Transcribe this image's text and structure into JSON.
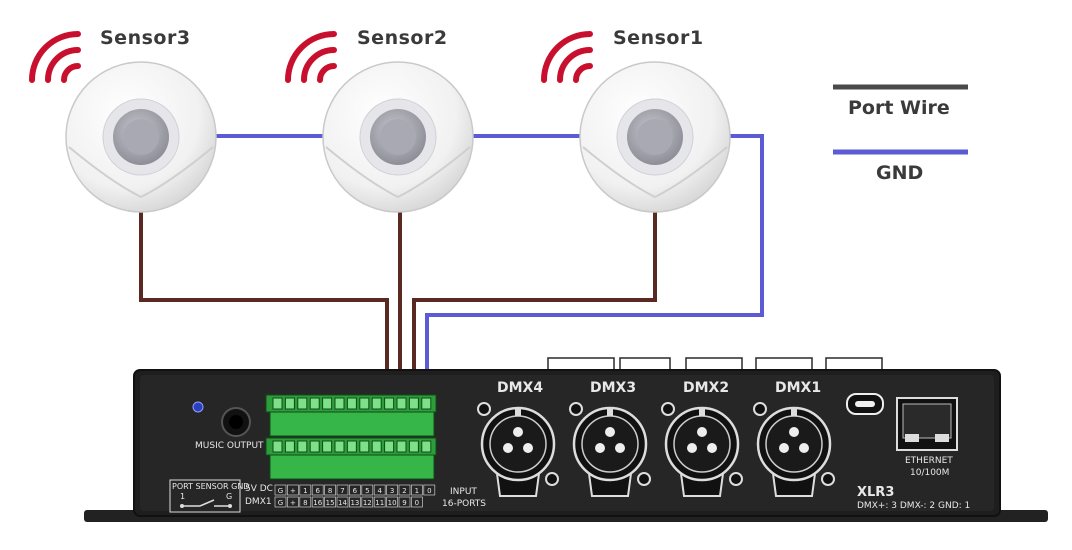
{
  "sensors": [
    {
      "label": "Sensor3"
    },
    {
      "label": "Sensor2"
    },
    {
      "label": "Sensor1"
    }
  ],
  "legend": {
    "port_wire": {
      "label": "Port Wire",
      "color": "#4a4a4a"
    },
    "gnd": {
      "label": "GND",
      "color": "#5b5bd6"
    }
  },
  "wire_colors": {
    "port": "#5a2a22",
    "gnd": "#5b5bd6"
  },
  "device": {
    "music_output": "MUSIC OUTPUT",
    "port_sensor_gnd": "PORT SENSOR GND",
    "switch_left": "1",
    "switch_right": "G",
    "row_5v": "5V DC",
    "row_dmx": "DMX1",
    "input_line1": "INPUT",
    "input_line2": "16-PORTS",
    "dmx_ports": [
      "DMX4",
      "DMX3",
      "DMX2",
      "DMX1"
    ],
    "ethernet_line1": "ETHERNET",
    "ethernet_line2": "10/100M",
    "xlr_title": "XLR3",
    "xlr_pinout": "DMX+: 3  DMX-: 2  GND: 1",
    "terminal_top": [
      "G",
      "+",
      "1",
      "6",
      "8",
      "7",
      "6",
      "5",
      "4",
      "3",
      "2",
      "1",
      "0"
    ],
    "terminal_bottom": [
      "G",
      "+",
      "8",
      "16",
      "15",
      "14",
      "13",
      "12",
      "11",
      "10",
      "9",
      "0"
    ]
  }
}
